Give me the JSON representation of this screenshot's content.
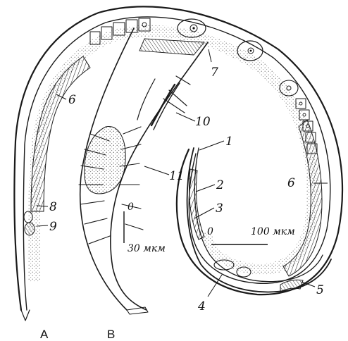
{
  "labels": {
    "l1": "1",
    "l2": "2",
    "l3": "3",
    "l4": "4",
    "l5": "5",
    "l6a": "6",
    "l6b": "6",
    "l7": "7",
    "l8": "8",
    "l9": "9",
    "l10": "10",
    "l11": "11"
  },
  "scale_large": {
    "zero": "0",
    "value": "100 мкм"
  },
  "scale_small": {
    "zero": "0",
    "value": "30 мкм"
  },
  "panels": {
    "a": "A",
    "b": "B"
  }
}
